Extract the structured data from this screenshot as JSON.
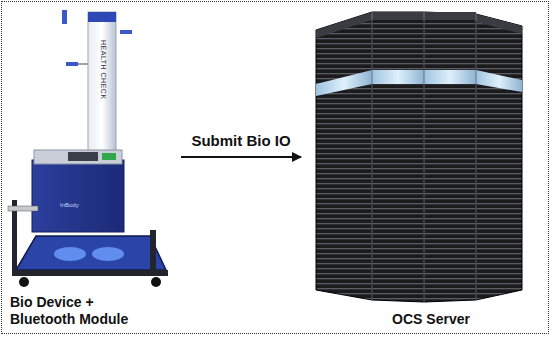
{
  "diagram": {
    "nodes": [
      {
        "text": [
          "Bio Device + Bluetooth Module"
        ]
      },
      {
        "text": [
          "OCS Server"
        ]
      }
    ],
    "edges": [
      {
        "from": 0,
        "to": 1,
        "label": "Submit Bio IO",
        "arrow": "to"
      }
    ],
    "labels": [
      "HEALTH CHECK"
    ]
  }
}
